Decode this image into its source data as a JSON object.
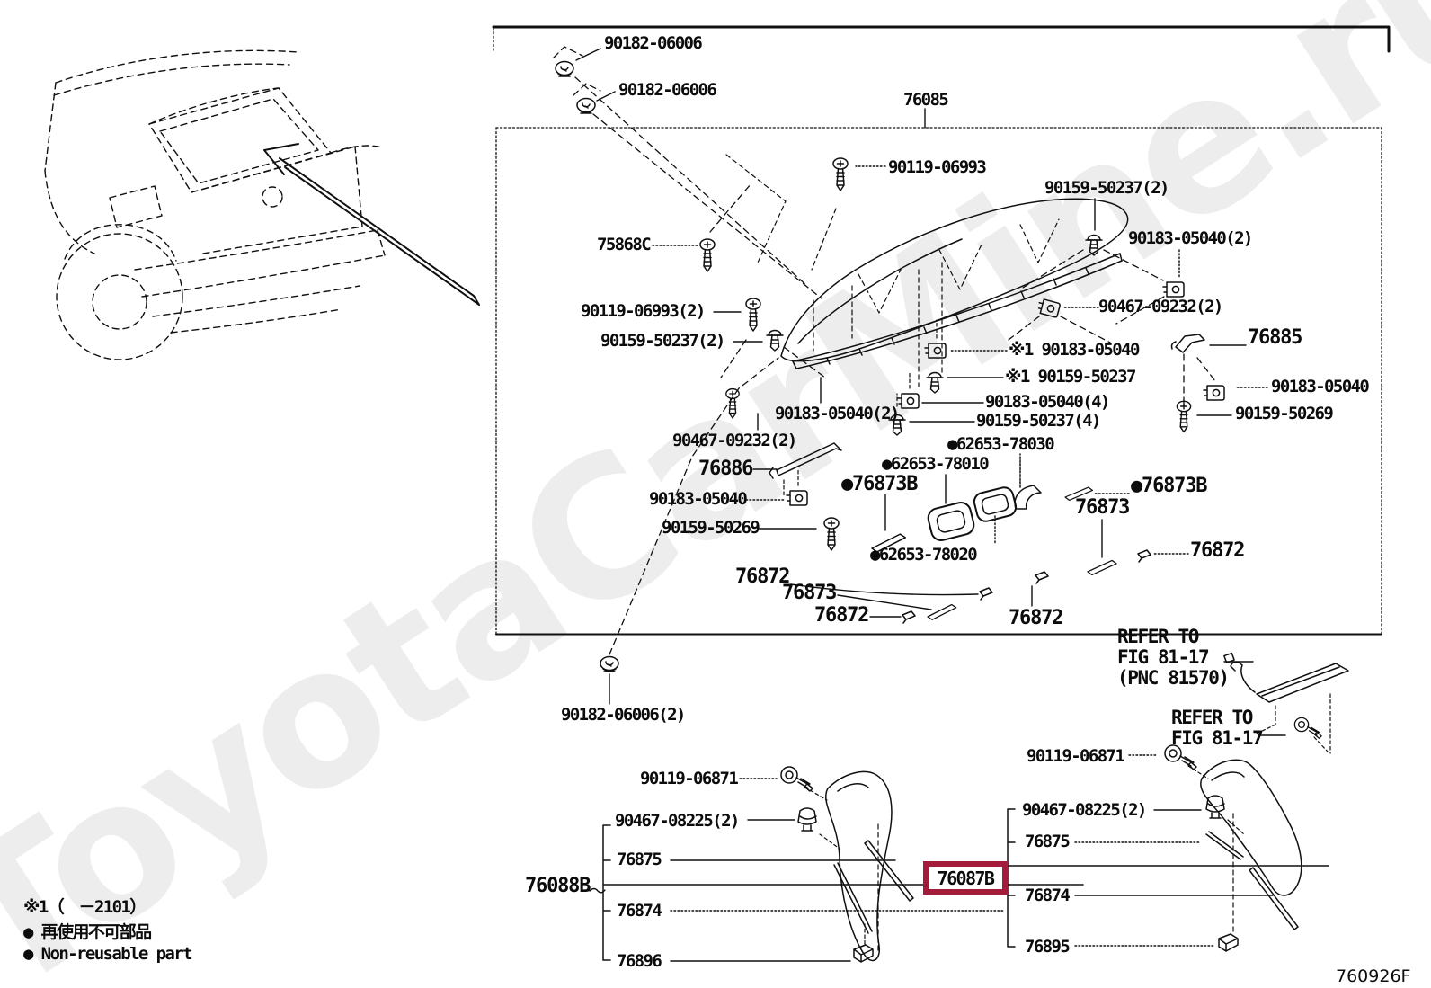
{
  "watermark": "ToyotaCarMine.ru",
  "doc_code": "760926F",
  "box_title_part": "76085",
  "highlight": {
    "part": "76087B",
    "color": "#a31c3c"
  },
  "legend": {
    "note1": "※1（　－2101）",
    "jp": "● 再使用不可部品",
    "en": "● Non-reusable part"
  },
  "refer1": {
    "l1": "REFER TO",
    "l2": "FIG 81-17",
    "l3": "(PNC 81570)"
  },
  "refer2": {
    "l1": "REFER TO",
    "l2": "FIG 81-17"
  },
  "labels": [
    {
      "t": "90182-06006"
    },
    {
      "t": "90182-06006"
    },
    {
      "t": "76085"
    },
    {
      "t": "90119-06993"
    },
    {
      "t": "90159-50237(2)"
    },
    {
      "t": "90183-05040(2)"
    },
    {
      "t": "75868C"
    },
    {
      "t": "90119-06993(2)"
    },
    {
      "t": "90159-50237(2)"
    },
    {
      "t": "90467-09232(2)"
    },
    {
      "t": "※1 90183-05040"
    },
    {
      "t": "※1 90159-50237"
    },
    {
      "t": "90183-05040(4)"
    },
    {
      "t": "90159-50237(4)"
    },
    {
      "t": "●62653-78030"
    },
    {
      "t": "90183-05040(2)"
    },
    {
      "t": "90467-09232(2)"
    },
    {
      "t": "76886"
    },
    {
      "t": "●62653-78010"
    },
    {
      "t": "●76873B"
    },
    {
      "t": "90183-05040"
    },
    {
      "t": "90159-50269"
    },
    {
      "t": "●62653-78020"
    },
    {
      "t": "●76873B"
    },
    {
      "t": "76873"
    },
    {
      "t": "76872"
    },
    {
      "t": "76872"
    },
    {
      "t": "76873"
    },
    {
      "t": "76872"
    },
    {
      "t": "76872"
    },
    {
      "t": "76885"
    },
    {
      "t": "90183-05040"
    },
    {
      "t": "90159-50269"
    },
    {
      "t": "90182-06006(2)"
    },
    {
      "t": "90119-06871"
    },
    {
      "t": "90119-06871"
    },
    {
      "t": "90467-08225(2)"
    },
    {
      "t": "76875"
    },
    {
      "t": "76088B"
    },
    {
      "t": "76874"
    },
    {
      "t": "76896"
    },
    {
      "t": "90467-08225(2)"
    },
    {
      "t": "76875"
    },
    {
      "t": "76874"
    },
    {
      "t": "76895"
    }
  ]
}
